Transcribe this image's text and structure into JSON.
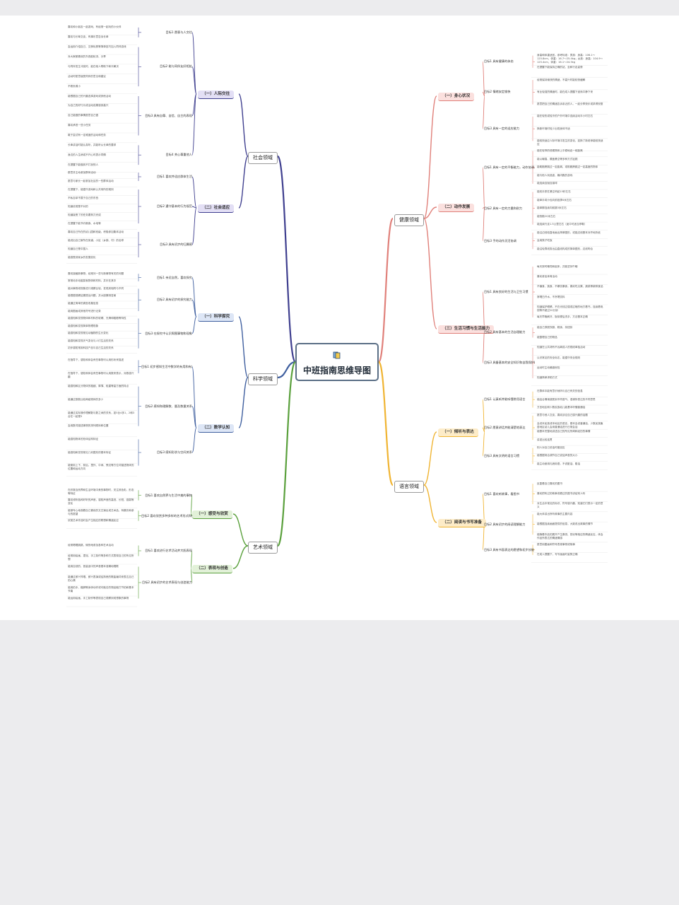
{
  "center": {
    "title": "中班指南思维导图",
    "icon": "book-stack-icon"
  },
  "domains": [
    {
      "id": "d1",
      "label": "社会领域",
      "color": "#3f3f8f",
      "leaf_dot": "#d24b4b",
      "subs": [
        {
          "label": "（一）人际交往",
          "goals": [
            {
              "label": "目标1 愿意与人交往",
              "leaves": [
                "喜欢和小朋友一起游戏，有经常一起玩的小伙伴",
                "喜欢与长辈交谈，有事乐意告诉长辈"
              ]
            },
            {
              "label": "目标2 能与同伴友好相处",
              "leaves": [
                "会运用介绍自己、交换玩具等简单技巧加入同伴游戏",
                "对大家都喜欢的东西能轮流、分享",
                "与同伴发生冲突时，能在他人帮助下和平解决",
                "活动时愿意接受同伴的意见和建议",
                "不欺负弱小"
              ]
            },
            {
              "label": "目标3 具有自尊、自信、自主的表现",
              "leaves": [
                "能根据自己的兴趣选择游戏或其他活动",
                "为自己的好行为或活动成果感到高兴",
                "自己能做的事情愿意自己做",
                "喜欢承担一些小任务",
                "敢于尝试有一定难度的活动和任务"
              ]
            },
            {
              "label": "目标4 关心尊重他人",
              "leaves": [
                "长辈讲话时能认真听，并能听从长辈的要求",
                "身边的人生病或不开心时表示同情",
                "在提醒下能做到不打扰别人"
              ]
            }
          ]
        },
        {
          "label": "（二）社会适应",
          "goals": [
            {
              "label": "目标1 喜欢并适应群体生活",
              "leaves": [
                "愿意并主动参加群体活动",
                "愿意与家长一起参加社区的一些群体活动"
              ]
            },
            {
              "label": "目标2 遵守基本的行为规范",
              "leaves": [
                "在提醒下，能遵守游戏和公共场所的规则",
                "不私自拿不属于自己的东西",
                "知道说谎是不对的",
                "知道接受了的任务要努力完成",
                "在提醒下能节约粮食、水电等"
              ]
            },
            {
              "label": "目标3 具有初步的归属感",
              "leaves": [
                "喜欢自己所在的幼儿园和班级，积极参加集体活动",
                "能说出自己家所在街道、小区（乡镇、村）的名称",
                "知道自己是中国人",
                "能感受到家乡的发展变化"
              ]
            }
          ]
        }
      ]
    },
    {
      "id": "d2",
      "label": "科学领域",
      "color": "#3f5f9f",
      "leaf_dot": "#d24b4b",
      "subs": [
        {
          "label": "（一）科学探究",
          "goals": [
            {
              "label": "目标1 亲近自然，喜欢探究",
              "leaves": [
                "喜欢接触新事物，经常问一些与新事物有关的问题",
                "常常动手动脑探索物体和材料，并乐在其中"
              ]
            },
            {
              "label": "目标2 具有初步的探究能力",
              "leaves": [
                "能对事物或现象进行观察比较，发现其相同与不同",
                "能根据观察结果提出问题，并大胆猜测答案",
                "能通过简单的调查收集信息",
                "能用图画或其他符号进行记录"
              ]
            },
            {
              "label": "目标3 在探究中认识周围事物和现象",
              "leaves": [
                "能感知和发现物体和材料的软硬、光滑和粗糙等特性",
                "能感知和发现简单物理现象",
                "能感知和发现常见动植物的生长变化",
                "能感知和发现天气变化与人们生活的关系",
                "初步感知常用科技产品与自己生活的关系"
              ]
            }
          ]
        },
        {
          "label": "（二）数学认知",
          "goals": [
            {
              "label": "目标1 初步感知生活中数学的有用和有趣",
              "leaves": [
                "在指导下，感知和体会有些事物可以用形状来描述",
                "在指导下，感知和体会有些事物可以用数来表示，对数感兴趣"
              ]
            },
            {
              "label": "目标2 感知和理解数、量及数量关系",
              "leaves": [
                "能感知和区分物体的粗细、厚薄、轻重等量方面的特点",
                "能通过数数比较两组物体的多少",
                "能通过实际操作理解数与数之间的关系，如5比4多1，2和3合在一起是5",
                "会用数词描述事物的排列顺序和位置"
              ]
            },
            {
              "label": "目标3 感知形状与空间关系",
              "leaves": [
                "能感知物体的形体结构特征",
                "能感知和发现常见几何图形的基本特征",
                "能使用上下、前后、里外、中间、旁边等方位词描述物体的位置和运动方向"
              ]
            }
          ]
        }
      ]
    },
    {
      "id": "d3",
      "label": "艺术领域",
      "color": "#5aa03c",
      "leaf_dot": "#c0392b",
      "subs": [
        {
          "label": "（一）感受与欣赏",
          "goals": [
            {
              "label": "目标1 喜欢自然界与生活中美的事物",
              "leaves": [
                "在欣赏自然界和生活环境中美的事物时，关注其色彩、形态等特征",
                "喜欢倾听各种好听的声音，感知声音的高低、长短、强弱等变化"
              ]
            },
            {
              "label": "目标2 喜欢欣赏多种多样的艺术形式和作品",
              "leaves": [
                "能够专心地观看自己喜欢的文艺演出或艺术品，有模仿和参与的愿望",
                "欣赏艺术作品时会产生相应的联想和情绪反应"
              ]
            }
          ]
        },
        {
          "label": "（二）表现与创造",
          "goals": [
            {
              "label": "目标1 喜欢进行艺术活动并大胆表现",
              "leaves": [
                "经常唱唱跳跳，愉快地参加各种艺术活动",
                "经常用绘画、捏泥、手工制作等多种方式表现自己的所见所想"
              ]
            },
            {
              "label": "目标2 具有初步的艺术表现与创造能力",
              "leaves": [
                "能用自然的、音量适中的声音基本准确地唱歌",
                "能通过即兴哼唱、即兴表演或给熟悉的歌曲编词来表达自己的心情",
                "能用拍手、踏脚等身体动作或可敲击的物品敲打节拍和基本节奏",
                "能运用绘画、手工制作等表现自己观察到或想象的事物"
              ]
            }
          ]
        }
      ]
    },
    {
      "id": "d4",
      "label": "健康领域",
      "color": "#e0807a",
      "leaf_dot": "#d24b4b",
      "subs": [
        {
          "label": "（一）身心状况",
          "goals": [
            {
              "label": "目标1 具有健康的体态",
              "leaves": [
                "身高和体重适宜。参考标准：男孩：身高：106.1～125.8cm，体重：16.7～25.4kg；女孩：身高：104.9～125.4cm，体重：16.1～24.5kg",
                "在提醒下能保持正确的站、坐和行走姿势"
              ]
            },
            {
              "label": "目标2 情绪安定愉快",
              "leaves": [
                "经常保持愉快的情绪，不高兴时能较快缓解",
                "有比较强烈情绪时，能在成人提醒下逐渐平静下来",
                "愿意把自己的情绪告诉亲近的人，一起分享快乐或求得安慰"
              ]
            },
            {
              "label": "目标3 具有一定的适应能力",
              "leaves": [
                "能在较热或较冷的户外环境中连续活动半小时左右",
                "换新环境时较少出现身体不适",
                "能较快适应人际环境中发生的变化，如换了新老师能较快适应"
              ]
            }
          ]
        },
        {
          "label": "（二）动作发展",
          "goals": [
            {
              "label": "目标1 具有一定的平衡能力，动作协调、灵敏",
              "leaves": [
                "能在较窄的低矮物体上平稳地走一段距离",
                "能以匍匐、膝盖悬空等多种方式钻爬",
                "能助跑跨跳过一定距离，或助跑跨跳过一定高度的物体",
                "能与他人玩追逐、躲闪跑的游戏",
                "能连续自抛自接球"
              ]
            },
            {
              "label": "目标2 具有一定的力量和耐力",
              "leaves": [
                "能双手抓杠悬空吊起15秒左右",
                "能单手将沙包向前投掷4米左右",
                "能单脚连续向前跳5米左右",
                "能快跑20米左右",
                "能连续行走1.5公里左右（途中可适当停歇）"
              ]
            },
            {
              "label": "目标3 手的动作灵活协调",
              "leaves": [
                "能沿边线较直地画出简单图形，或能边线基本对齐地折纸",
                "会用筷子吃饭",
                "能沿轮廓线剪出由直线构成的简单图形，边线吻合"
              ]
            }
          ]
        },
        {
          "label": "（三）生活习惯与生活能力",
          "goals": [
            {
              "label": "目标1 具有良好的生活与卫生习惯",
              "leaves": [
                "每天按时睡觉和起床，并能坚持午睡",
                "喜欢参加体育活动",
                "不偏食、挑食，不暴饮暴食，喜欢吃瓜果、蔬菜等新鲜食品",
                "常喝白开水，不贪喝饮料",
                "知道保护眼睛，不在光线过强或过暗的地方看书，连续看电视等不超过20分钟",
                "每天早晚刷牙，饭前便后洗手，方法基本正确"
              ]
            },
            {
              "label": "目标2 具有基本的生活自理能力",
              "leaves": [
                "能自己穿脱衣服、鞋袜、扣纽扣",
                "能整理自己的物品"
              ]
            },
            {
              "label": "目标3 具备基本的安全知识和自我保护能力",
              "leaves": [
                "知道在公共场所不远离成人的视线单独活动",
                "认识常见的安全标志，能遵守安全规则",
                "运动时主动躲避危险",
                "知道简单求助方式"
              ]
            }
          ]
        }
      ]
    },
    {
      "id": "d5",
      "label": "语言领域",
      "color": "#f0b432",
      "leaf_dot": "#d24b4b",
      "subs": [
        {
          "label": "（一）倾听与表达",
          "goals": [
            {
              "label": "目标1 认真听并能听懂常用语言",
              "leaves": [
                "在群体中能有意识地听与自己有关的信息",
                "能结合情境感受到不同语气、语调所表达的不同意思",
                "方言地区和少数民族幼儿能基本听懂普通话"
              ]
            },
            {
              "label": "目标2 愿意讲话并能清楚地表达",
              "leaves": [
                "愿意与他人交谈，喜欢谈论自己感兴趣的话题",
                "会说本民族或本地区的语言，基本会说普通话，少数民族聚居地区幼儿会用普通话进行日常会话",
                "能基本完整地讲述自己的所见所闻和经历的事情",
                "讲述比较连贯"
              ]
            },
            {
              "label": "目标3 具有文明的语言习惯",
              "leaves": [
                "别人对自己说话时能回应",
                "能根据场合调节自己说话声音的大小",
                "能主动使用礼貌用语，不说脏话、粗话"
              ]
            }
          ]
        },
        {
          "label": "（二）阅读与书写准备",
          "goals": [
            {
              "label": "目标1 喜欢听故事，看图书",
              "leaves": [
                "反复看自己喜欢的图书",
                "喜欢把听过的故事或看过的图书讲给别人听",
                "对生活中常见的标识、符号感兴趣，知道它们表示一定的意义"
              ]
            },
            {
              "label": "目标2 具有初步的阅读理解能力",
              "leaves": [
                "能大体讲出所听故事的主要内容",
                "能根据连续画面提供的信息，大致说出故事的情节",
                "能随着作品的展开产生喜悦、担忧等相应的情绪反应，体会作品所表达的情绪情感"
              ]
            },
            {
              "label": "目标3 具有书面表达的愿望和初步技能",
              "leaves": [
                "愿意用图画和符号表现事物或故事",
                "在成人提醒下，写写画画时姿势正确"
              ]
            }
          ]
        }
      ]
    }
  ]
}
